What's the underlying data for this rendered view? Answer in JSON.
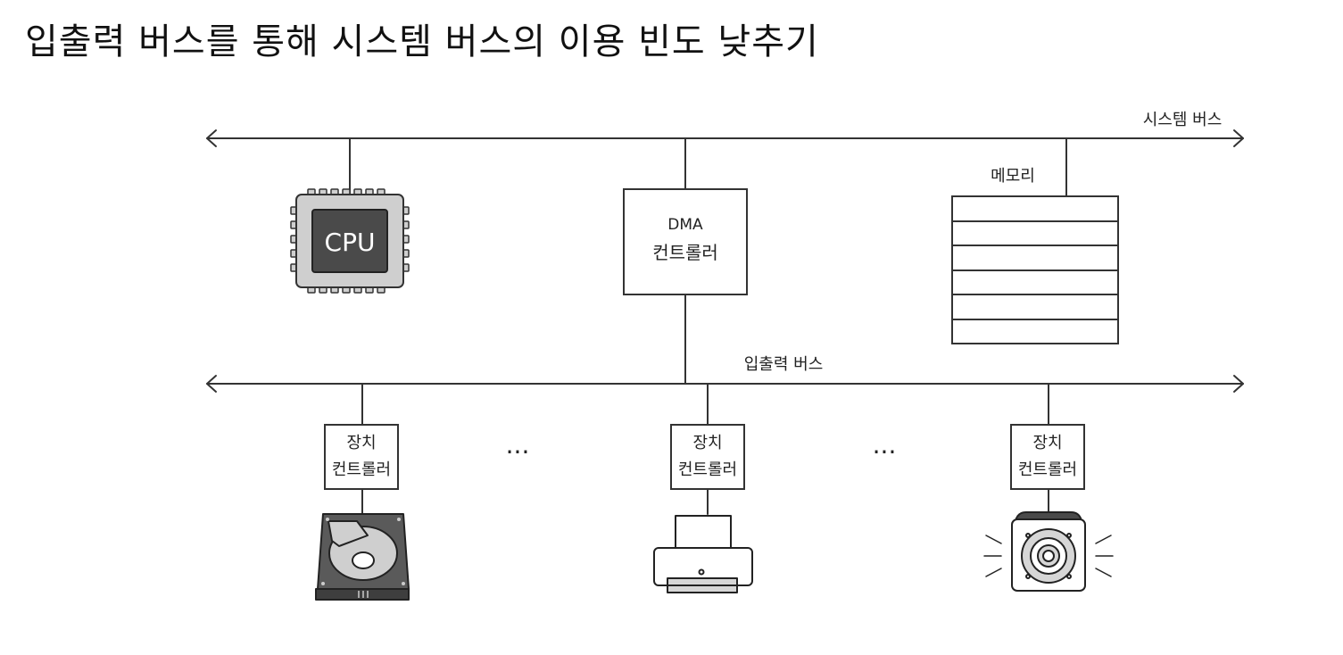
{
  "title": "입출력 버스를 통해 시스템 버스의 이용 빈도 낮추기",
  "system_bus": {
    "label": "시스템 버스"
  },
  "io_bus": {
    "label": "입출력 버스"
  },
  "cpu": {
    "label": "CPU",
    "icon": "cpu-chip-icon"
  },
  "dma": {
    "line1": "DMA",
    "line2": "컨트롤러"
  },
  "memory": {
    "label": "메모리",
    "rows": 6
  },
  "device_controllers": [
    {
      "line1": "장치",
      "line2": "컨트롤러",
      "device_icon": "hard-disk-icon"
    },
    {
      "line1": "장치",
      "line2": "컨트롤러",
      "device_icon": "printer-icon"
    },
    {
      "line1": "장치",
      "line2": "컨트롤러",
      "device_icon": "speaker-icon"
    }
  ],
  "ellipsis": "···",
  "colors": {
    "stroke": "#333333",
    "chip_body": "#cfcfcf",
    "chip_core": "#4a4a4a",
    "disk_body": "#5a5a5a",
    "light_gray": "#d6d6d6"
  }
}
